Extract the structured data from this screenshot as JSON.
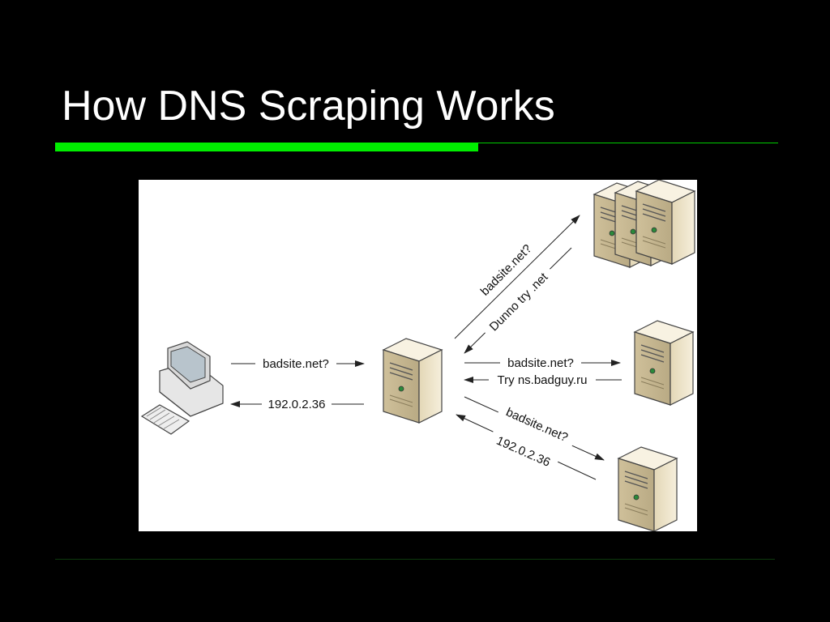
{
  "slide": {
    "title": "How DNS Scraping Works"
  },
  "diagram": {
    "colors": {
      "background": "#000000",
      "title_text": "#ffffff",
      "accent": "#00ee00",
      "panel": "#ffffff",
      "server_body": "#efe6cc",
      "arrow": "#222222"
    },
    "icons": [
      "client-computer-icon",
      "resolver-server-icon",
      "root-server-cluster-icon",
      "tld-server-icon",
      "authoritative-server-icon"
    ],
    "labels": {
      "client_query": "badsite.net?",
      "client_answer": "192.0.2.36",
      "root_query": "badsite.net?",
      "root_answer": "Dunno try .net",
      "tld_query": "badsite.net?",
      "tld_answer": "Try ns.badguy.ru",
      "auth_query": "badsite.net?",
      "auth_answer": "192.0.2.36"
    }
  }
}
